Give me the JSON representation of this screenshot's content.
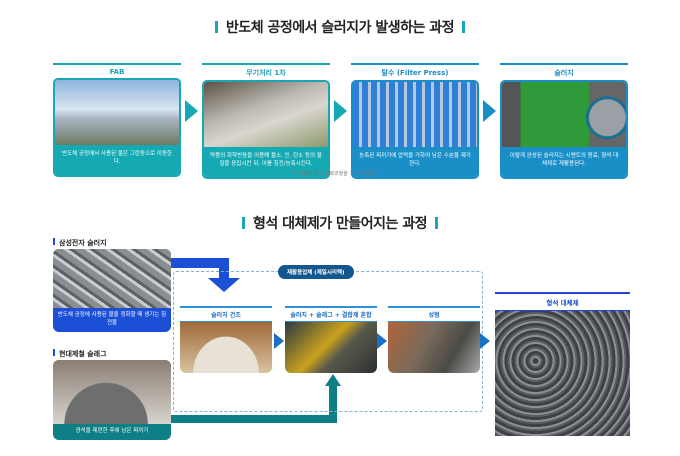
{
  "section1": {
    "title": "반도체 공정에서 슬러지가 발생하는 과정",
    "steps": [
      {
        "label": "FAB",
        "caption": "반도체 공정에서 사용된 물은 그린동으로 이동한다."
      },
      {
        "label": "무기처리 1차",
        "caption": "약품의 화학반응을 이용해 불소, 인, 탄소 등의 물질을 응집시킨 뒤, 이를 침전/농축시킨다."
      },
      {
        "label": "탈수 (Filter Press)",
        "caption": "농축된 찌꺼기에 압력을 가하여 남은 수분을 제거한다."
      },
      {
        "label": "슬러지",
        "caption": "이렇게 완성된 슬러지는 시멘트의 원료, 형석 대체제로 재활용된다."
      }
    ],
    "footnote": "*각 과정의 물은 정화과정을 거쳐 방류된다."
  },
  "section2": {
    "title": "형석 대체제가 만들어지는 과정",
    "sources": [
      {
        "label": "삼성전자 슬러지",
        "caption": "반도체 공정에 사용된 물을 정화할 때 생기는 침전물"
      },
      {
        "label": "현대제철 슬래그",
        "caption": "광석을 제련한 후에 남은 찌꺼기"
      }
    ],
    "recycler": "재활용업체 (제일시리텍)",
    "steps": [
      {
        "label": "슬러지 건조"
      },
      {
        "label": "슬러지 + 슬래그 + 결합제 혼합"
      },
      {
        "label": "성형"
      }
    ],
    "result": "형석 대체제"
  },
  "colors": {
    "teal": "#14a9b3",
    "blue": "#1b4fd6",
    "dark_teal": "#0f7f86"
  }
}
